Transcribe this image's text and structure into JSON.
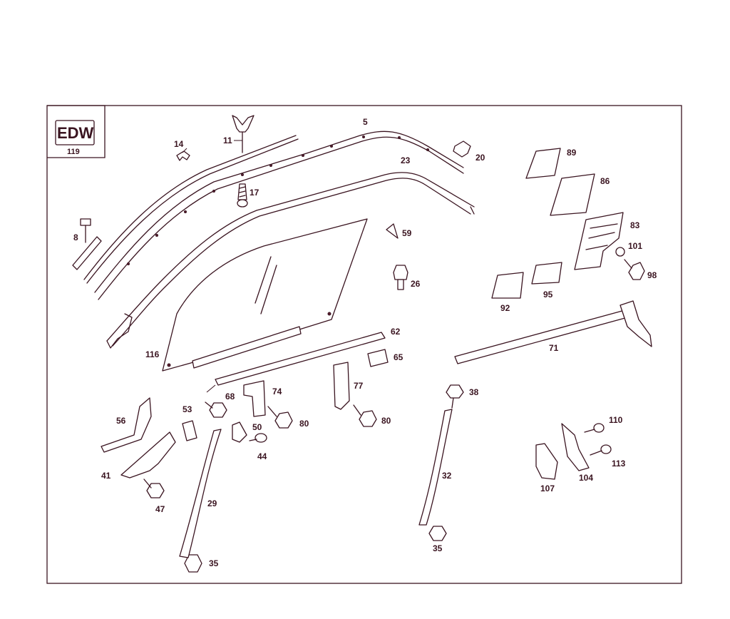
{
  "header_box": {
    "code": "EDW",
    "number": "119"
  },
  "callouts": {
    "c5": "5",
    "c8": "8",
    "c11": "11",
    "c14": "14",
    "c17": "17",
    "c20": "20",
    "c23": "23",
    "c26": "26",
    "c29": "29",
    "c32": "32",
    "c35a": "35",
    "c35b": "35",
    "c38": "38",
    "c41": "41",
    "c44": "44",
    "c47": "47",
    "c50": "50",
    "c53": "53",
    "c56": "56",
    "c59": "59",
    "c62": "62",
    "c65": "65",
    "c68": "68",
    "c71": "71",
    "c74": "74",
    "c77": "77",
    "c80a": "80",
    "c80b": "80",
    "c83": "83",
    "c86": "86",
    "c89": "89",
    "c92": "92",
    "c95": "95",
    "c98": "98",
    "c101": "101",
    "c104": "104",
    "c107": "107",
    "c110": "110",
    "c113": "113",
    "c116": "116"
  },
  "colors": {
    "line": "#3a1420",
    "background": "#ffffff"
  }
}
